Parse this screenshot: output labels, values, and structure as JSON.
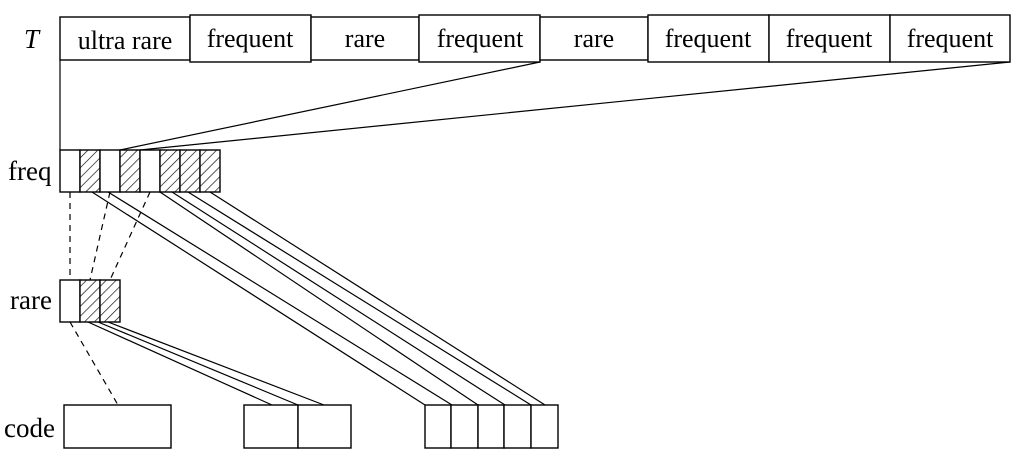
{
  "row_labels": {
    "T": "T",
    "freq": "freq",
    "rare": "rare",
    "code": "code"
  },
  "segments": [
    "ultra rare",
    "frequent",
    "rare",
    "frequent",
    "rare",
    "frequent",
    "frequent",
    "frequent"
  ],
  "freq_cells": [
    {
      "hatched": false
    },
    {
      "hatched": true
    },
    {
      "hatched": false
    },
    {
      "hatched": true
    },
    {
      "hatched": false
    },
    {
      "hatched": true
    },
    {
      "hatched": true
    },
    {
      "hatched": true
    }
  ],
  "rare_cells": [
    {
      "hatched": false
    },
    {
      "hatched": true
    },
    {
      "hatched": true
    }
  ],
  "code_groups": [
    {
      "cells": 1
    },
    {
      "cells": 2
    },
    {
      "cells": 5
    }
  ],
  "colors": {
    "stroke": "#000000",
    "background": "#ffffff"
  }
}
